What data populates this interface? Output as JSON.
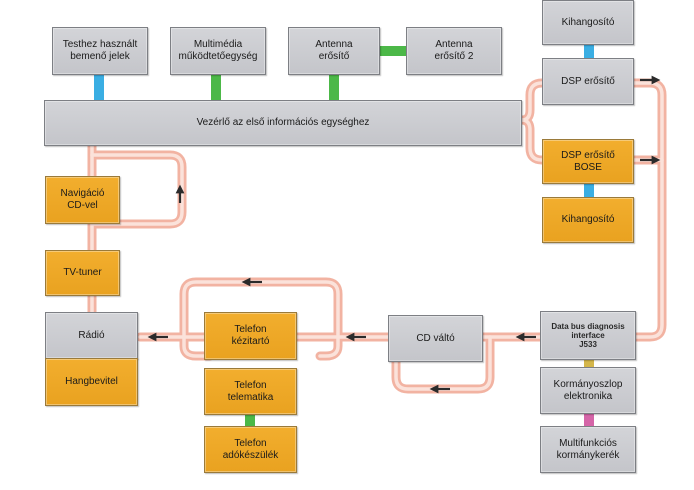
{
  "diagram": {
    "title": "Infotainment CAN bus topology",
    "colors": {
      "grey_box": "#c9cacf",
      "orange_box": "#eea727",
      "bus_line": "#f4b9a8",
      "blue_link": "#3aaee3",
      "green_link": "#4cb848",
      "pink_link": "#d565a8",
      "yellow_link": "#d4b64a",
      "arrow": "#2b2b2b"
    },
    "nodes": {
      "testhez": "Testhez használt\nbemenő jelek",
      "multimedia": "Multimédia\nműködtetőegység",
      "antenna1": "Antenna\nerősítő",
      "antenna2": "Antenna\nerősítő 2",
      "kihangosito_top": "Kihangosító",
      "dsp": "DSP erősítő",
      "vezerlo": "Vezérlő az első információs egységhez",
      "dsp_bose": "DSP erősítő\nBOSE",
      "kihangosito_bose": "Kihangosító",
      "navigacio": "Navigáció\nCD-vel",
      "tv_tuner": "TV-tuner",
      "radio": "Rádió",
      "hangbevitel": "Hangbevitel",
      "telefon_kezitarto": "Telefon\nkézitartó",
      "telefon_telematika": "Telefon\ntelematika",
      "telefon_adokeszulek": "Telefon\nadókészülék",
      "cd_valto": "CD váltó",
      "gateway": "Data bus diagnosis\ninterface\nJ533",
      "kormanyoszlop": "Kormányoszlop\nelektronika",
      "multifunkcios": "Multifunkciós\nkormánykerék"
    }
  }
}
